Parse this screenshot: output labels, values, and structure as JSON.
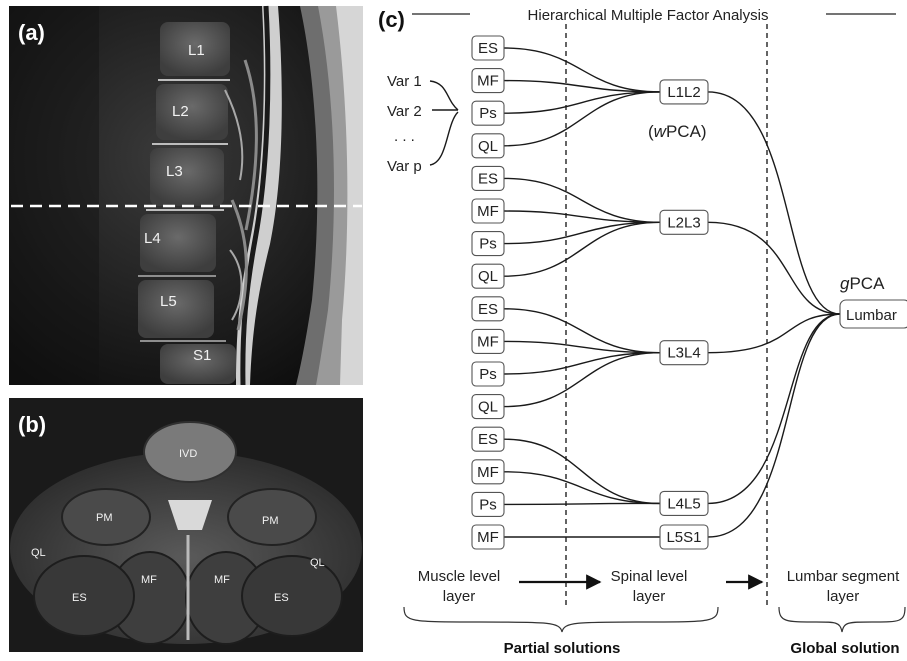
{
  "panels": {
    "a": {
      "label": "(a)",
      "vertebrae": [
        "L1",
        "L2",
        "L3",
        "L4",
        "L5",
        "S1"
      ]
    },
    "b": {
      "label": "(b)",
      "structures": {
        "ivd": "IVD",
        "pm_left": "PM",
        "pm_right": "PM",
        "ql_left": "QL",
        "ql_right": "QL",
        "mf_left": "MF",
        "mf_right": "MF",
        "es_left": "ES",
        "es_right": "ES"
      }
    },
    "c": {
      "label": "(c)",
      "title": "Hierarchical Multiple Factor Analysis",
      "variables": [
        "Var 1",
        "Var 2",
        ". . .",
        "Var p"
      ],
      "muscle_groups": [
        {
          "muscles": [
            "ES",
            "MF",
            "Ps",
            "QL"
          ],
          "segment": "L1L2"
        },
        {
          "muscles": [
            "ES",
            "MF",
            "Ps",
            "QL"
          ],
          "segment": "L2L3"
        },
        {
          "muscles": [
            "ES",
            "MF",
            "Ps",
            "QL"
          ],
          "segment": "L3L4"
        },
        {
          "muscles": [
            "ES",
            "MF",
            "Ps"
          ],
          "segment": "L4L5"
        },
        {
          "muscles": [
            "MF"
          ],
          "segment": "L5S1"
        }
      ],
      "wpca_label": {
        "italic": "w",
        "rest": "PCA)",
        "open": "("
      },
      "gpca_label": {
        "italic": "g",
        "rest": "PCA"
      },
      "lumbar": "Lumbar",
      "layers": {
        "muscle": [
          "Muscle level",
          "layer"
        ],
        "spinal": [
          "Spinal  level",
          "layer"
        ],
        "lumbar": [
          "Lumbar segment",
          "layer"
        ]
      },
      "solutions": {
        "partial": "Partial solutions",
        "global": "Global solution"
      }
    }
  }
}
